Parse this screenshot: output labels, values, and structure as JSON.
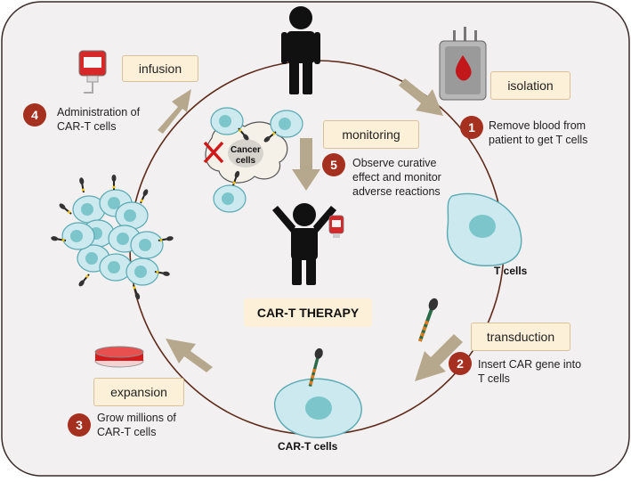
{
  "colors": {
    "frame_bg": "#f2f0f0",
    "label_bg": "#fdf0d8",
    "badge": "#a5301f",
    "arrow": "#b6a88c",
    "cell_outer": "#cbe9ee",
    "cell_nucleus": "#7cc6cb",
    "blood_red": "#c2181b"
  },
  "title": "CAR-T THERAPY",
  "steps": [
    {
      "number": "1",
      "label": "isolation",
      "desc_line1": "Remove blood from",
      "desc_line2": "patient to get T cells"
    },
    {
      "number": "2",
      "label": "transduction",
      "desc_line1": "Insert CAR gene into",
      "desc_line2": "T cells"
    },
    {
      "number": "3",
      "label": "expansion",
      "desc_line1": "Grow millions of",
      "desc_line2": "CAR-T cells"
    },
    {
      "number": "4",
      "label": "infusion",
      "desc_line1": "Administration of",
      "desc_line2": "CAR-T cells"
    },
    {
      "number": "5",
      "label": "monitoring",
      "desc_line1": "Observe curative",
      "desc_line2": "effect and monitor",
      "desc_line3": "adverse reactions"
    }
  ],
  "cells": {
    "t_cells": "T cells",
    "car_t_cells": "CAR-T cells",
    "cancer_line1": "Cancer",
    "cancer_line2": "cells"
  },
  "icons": [
    "patient-icon",
    "blood-bag-icon",
    "t-cell-icon",
    "car-gene-icon",
    "car-t-cell-icon",
    "petri-dish-icon",
    "cell-cluster-icon",
    "iv-bag-icon",
    "cancer-cell-icon",
    "recovered-patient-icon"
  ]
}
